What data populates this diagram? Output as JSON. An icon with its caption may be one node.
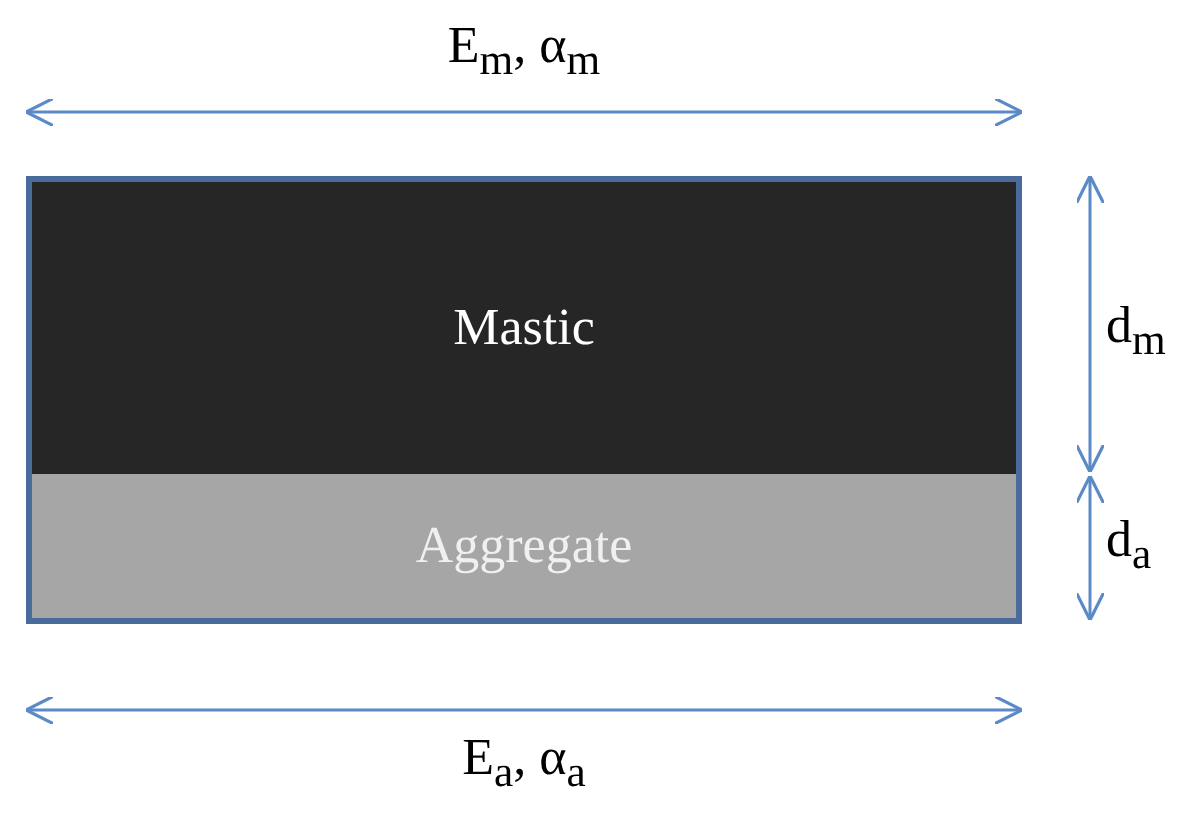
{
  "diagram": {
    "nodes": [
      {
        "text": [
          "Mastic"
        ]
      },
      {
        "text": [
          "Aggregate"
        ]
      }
    ],
    "labels": [
      "E$_{m}$, α$_{m}$",
      "d$_{m}$",
      "d$_{a}$",
      "E$_{a}$, α$_{a}$"
    ]
  }
}
